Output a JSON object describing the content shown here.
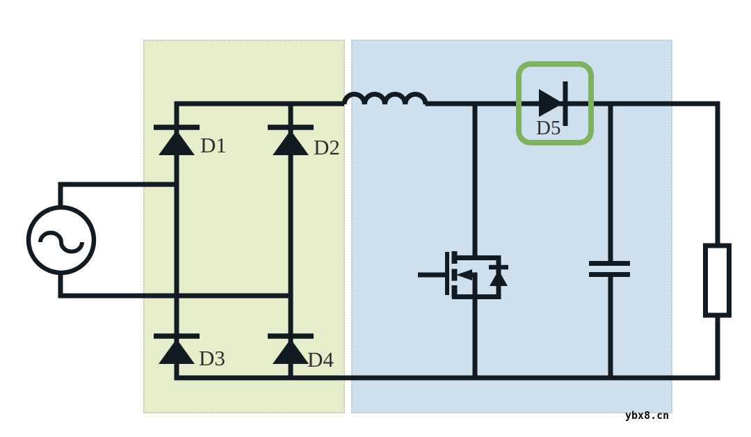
{
  "labels": {
    "d1": "D1",
    "d2": "D2",
    "d3": "D3",
    "d4": "D4",
    "d5": "D5"
  },
  "watermark": "ybx8.cn",
  "colors": {
    "rectifier_fill": "#e5edca",
    "converter_fill": "#cee0ee",
    "region_border": "#c0c3c0",
    "highlight_green": "#7eb25f",
    "wire_color": "#121a22",
    "label_color": "#2e2e2e",
    "watermark_color": "#0a0a0a",
    "canvas_bg": "#ffffff"
  }
}
